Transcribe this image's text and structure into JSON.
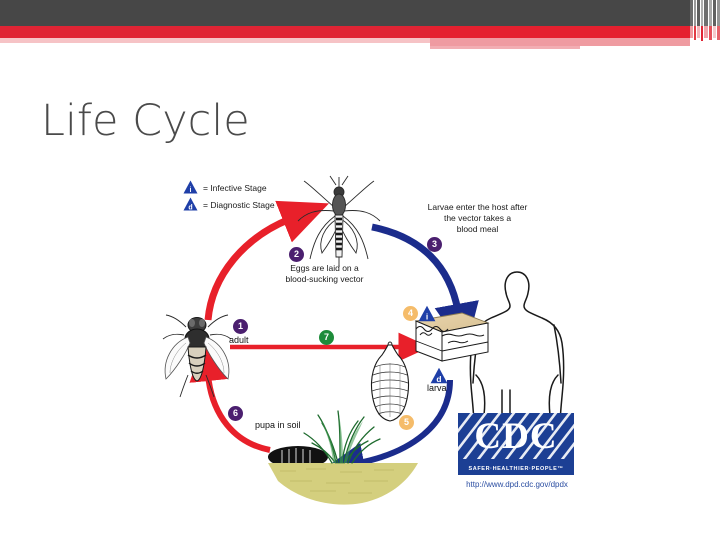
{
  "slide": {
    "title": "Life Cycle",
    "accent_dark": "#474747",
    "accent_red": "#e02434",
    "accent_pink": "#ef9ba1"
  },
  "diagram": {
    "legend": [
      {
        "icon": "triangle-infective-icon",
        "symbol": "i",
        "text": "= Infective Stage",
        "color": "#1f3fa8"
      },
      {
        "icon": "triangle-diagnostic-icon",
        "symbol": "d",
        "text": "= Diagnostic Stage",
        "color": "#1f3fa8"
      }
    ],
    "steps": [
      {
        "number": "1",
        "color": "#4b1f6f",
        "label": "adult"
      },
      {
        "number": "2",
        "color": "#4b1f6f",
        "label": "Eggs are laid on a blood-sucking vector"
      },
      {
        "number": "3",
        "color": "#4b1f6f",
        "label": "Larvae enter the host after the vector takes a blood meal"
      },
      {
        "number": "4",
        "color": "#f5bc6a",
        "label": ""
      },
      {
        "number": "5",
        "color": "#f5bc6a",
        "label": ""
      },
      {
        "number": "6",
        "color": "#4b1f6f",
        "label": "pupa in soil"
      },
      {
        "number": "7",
        "color": "#1d8c3a",
        "label": ""
      }
    ],
    "captions": {
      "eggs": "Eggs are laid on a\nblood-sucking vector",
      "larvae_host": "Larvae enter the host after\nthe vector takes a\nblood meal",
      "adult": "adult",
      "larva": "larva",
      "pupa": "pupa in soil"
    },
    "stage_markers": [
      {
        "symbol": "i",
        "name": "infective-marker"
      },
      {
        "symbol": "d",
        "name": "diagnostic-marker"
      }
    ],
    "cdc": {
      "letters": "CDC",
      "tagline": "SAFER·HEALTHIER·PEOPLE™",
      "url": "http://www.dpd.cdc.gov/dpdx",
      "logo_color": "#1c3f94"
    },
    "arrow_colors": {
      "red": "#e8202a",
      "blue": "#1b2c8c"
    }
  }
}
